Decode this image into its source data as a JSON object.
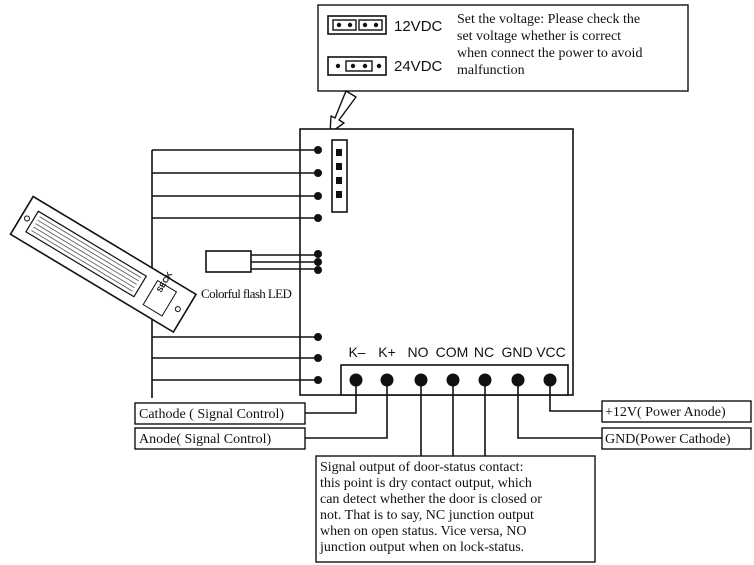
{
  "voltage_box": {
    "opt_12": "12VDC",
    "opt_24": "24VDC",
    "note_lines": [
      "Set the voltage: Please check the",
      "set voltage whether is correct",
      "when connect the power to avoid",
      "malfunction"
    ]
  },
  "lock_brand": "SECK",
  "led_label": "Colorful flash LED",
  "terminals": [
    "K–",
    "K+",
    "NO",
    "COM",
    "NC",
    "GND",
    "VCC"
  ],
  "left_labels": {
    "cathode": "Cathode ( Signal Control)",
    "anode": "Anode( Signal Control)"
  },
  "right_labels": {
    "power_anode": "+12V( Power Anode)",
    "power_cathode": "GND(Power Cathode)"
  },
  "signal_note_lines": [
    "Signal output of door-status contact:",
    "this point is dry contact output, which",
    "can detect whether the door is closed or",
    "not. That is to say, NC junction output",
    "when on open status. Vice versa, NO",
    "junction output when on lock-status."
  ]
}
